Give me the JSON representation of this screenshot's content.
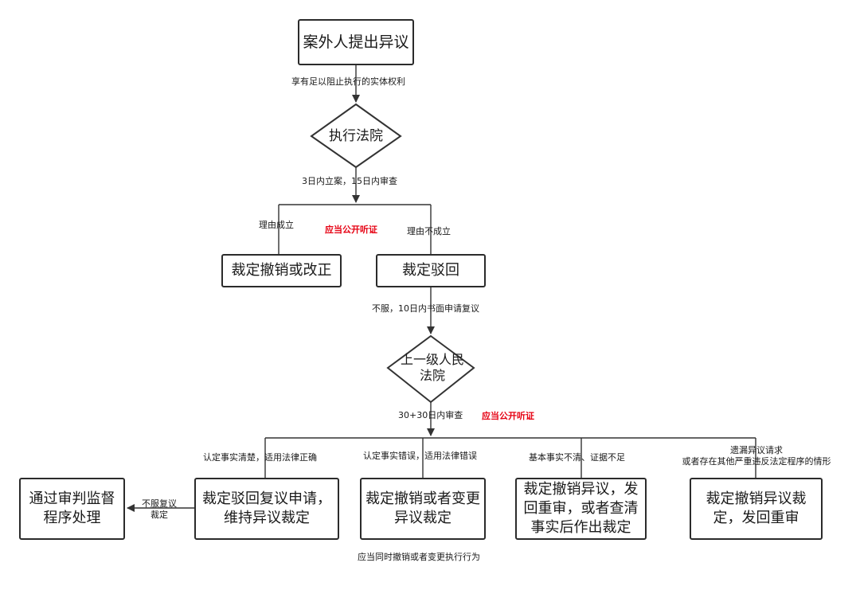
{
  "nodes": {
    "start": "案外人提出异议",
    "court": "执行法院",
    "revoke_or_correct": "裁定撤销或改正",
    "dismiss": "裁定驳回",
    "upper_court": "上一级人民\n法院",
    "supervision": "通过审判监督\n程序处理",
    "dismiss_review": "裁定驳回复议申请，\n维持异议裁定",
    "revoke_or_change": "裁定撤销或者变更\n异议裁定",
    "retrial_or_clarify": "裁定撤销异议，发\n回重审，或者查清\n事实后作出裁定",
    "revoke_retrial": "裁定撤销异议裁\n定，发回重审"
  },
  "labels": {
    "entitlement": "享有足以阻止执行的实体权利",
    "timeline_first": "3日内立案，15日内审查",
    "reason_valid": "理由成立",
    "reason_invalid": "理由不成立",
    "hearing_1": "应当公开听证",
    "appeal": "不服，10日内书面申请复议",
    "timeline_review": "30+30日内审查",
    "hearing_2": "应当公开听证",
    "case_correct": "认定事实清楚，适用法律正确",
    "case_wrong": "认定事实错误，适用法律错误",
    "case_unclear": "基本事实不清、证据不足",
    "case_omission": "遗漏异议请求\n或者存在其他严重违反法定程序的情形",
    "not_accept": "不服复议\n裁定",
    "revoke_enforcement": "应当同时撤销或者变更执行行为"
  }
}
